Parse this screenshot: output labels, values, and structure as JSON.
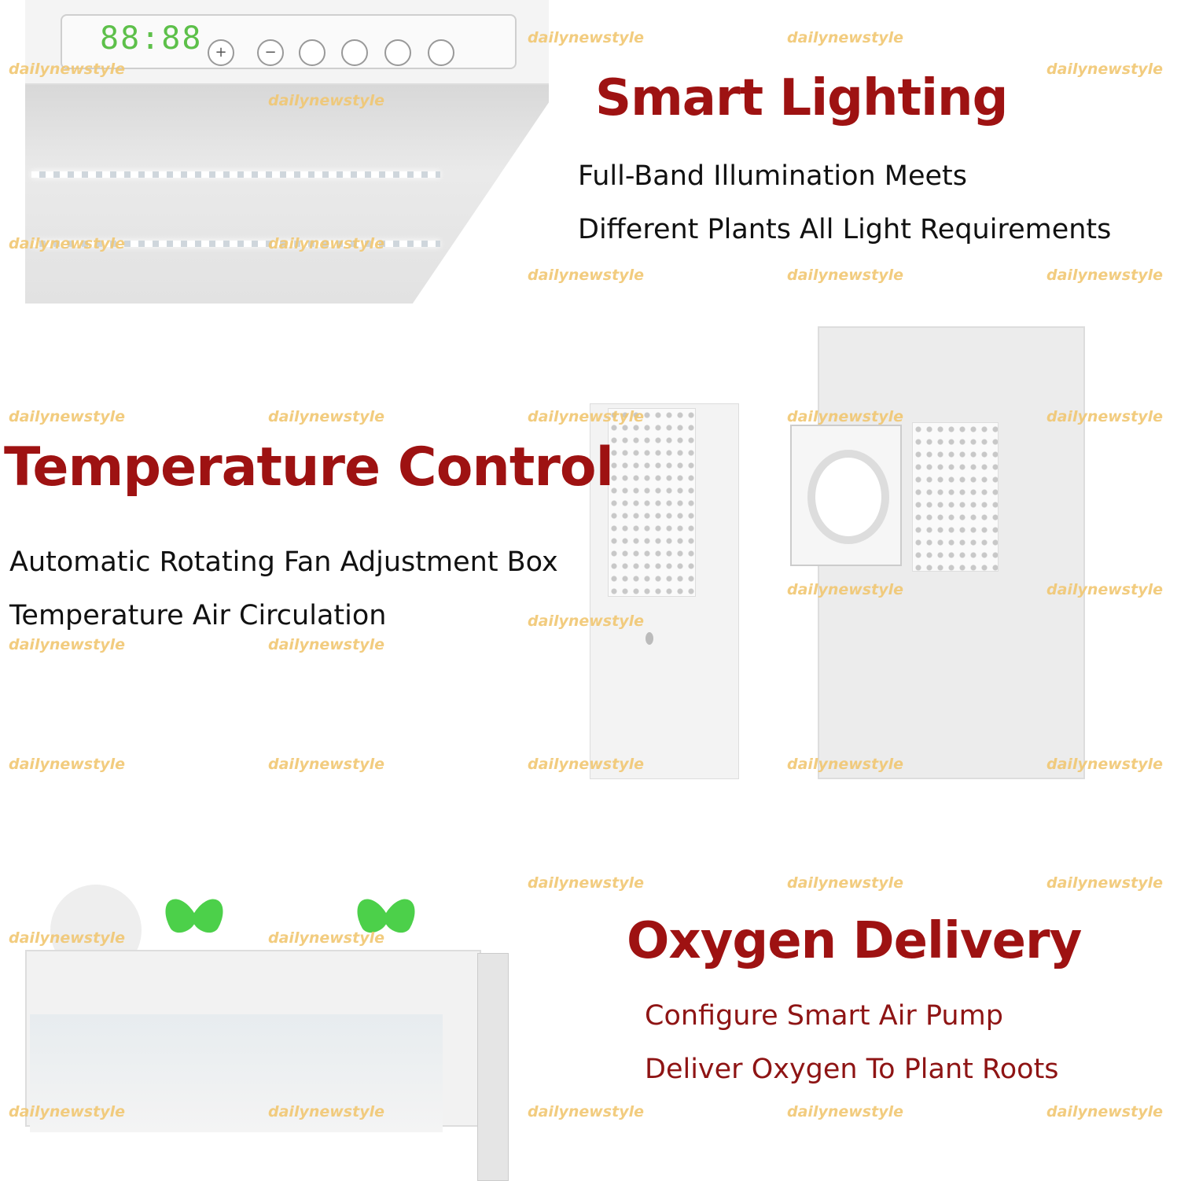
{
  "watermark": "dailynewstyle",
  "colors": {
    "heading": "#9e1212",
    "watermark": "#f1c772",
    "display": "#5dc04a"
  },
  "sections": {
    "lighting": {
      "title": "Smart Lighting",
      "lines": [
        "Full-Band Illumination Meets",
        "Different Plants All Light Requirements"
      ],
      "display_time": "88:88"
    },
    "temperature": {
      "title": "Temperature Control",
      "lines": [
        "Automatic Rotating Fan Adjustment Box",
        "Temperature Air Circulation"
      ]
    },
    "oxygen": {
      "title": "Oxygen Delivery",
      "lines": [
        "Configure Smart Air Pump",
        "Deliver Oxygen To Plant Roots"
      ]
    }
  }
}
